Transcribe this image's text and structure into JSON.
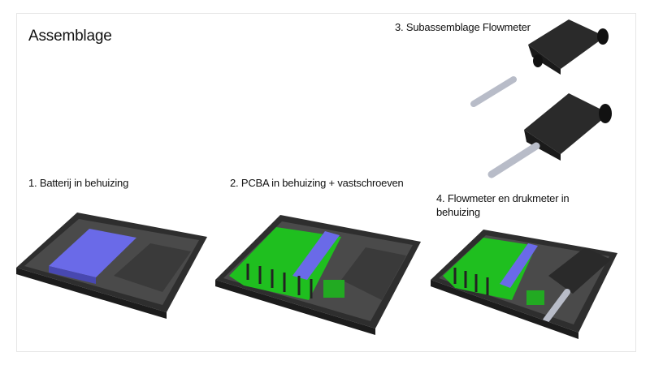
{
  "slide": {
    "title": "Assemblage",
    "steps": [
      {
        "label": "1. Batterij in behuizing"
      },
      {
        "label": "2. PCBA in behuizing + vastschroeven"
      },
      {
        "label": "3. Subassemblage Flowmeter"
      },
      {
        "label": "4. Flowmeter en drukmeter in behuizing"
      }
    ]
  },
  "colors": {
    "housing": "#2b2b2b",
    "battery": "#6a6ae8",
    "pcb": "#1fbf1f",
    "tube": "#b8bcc8"
  }
}
